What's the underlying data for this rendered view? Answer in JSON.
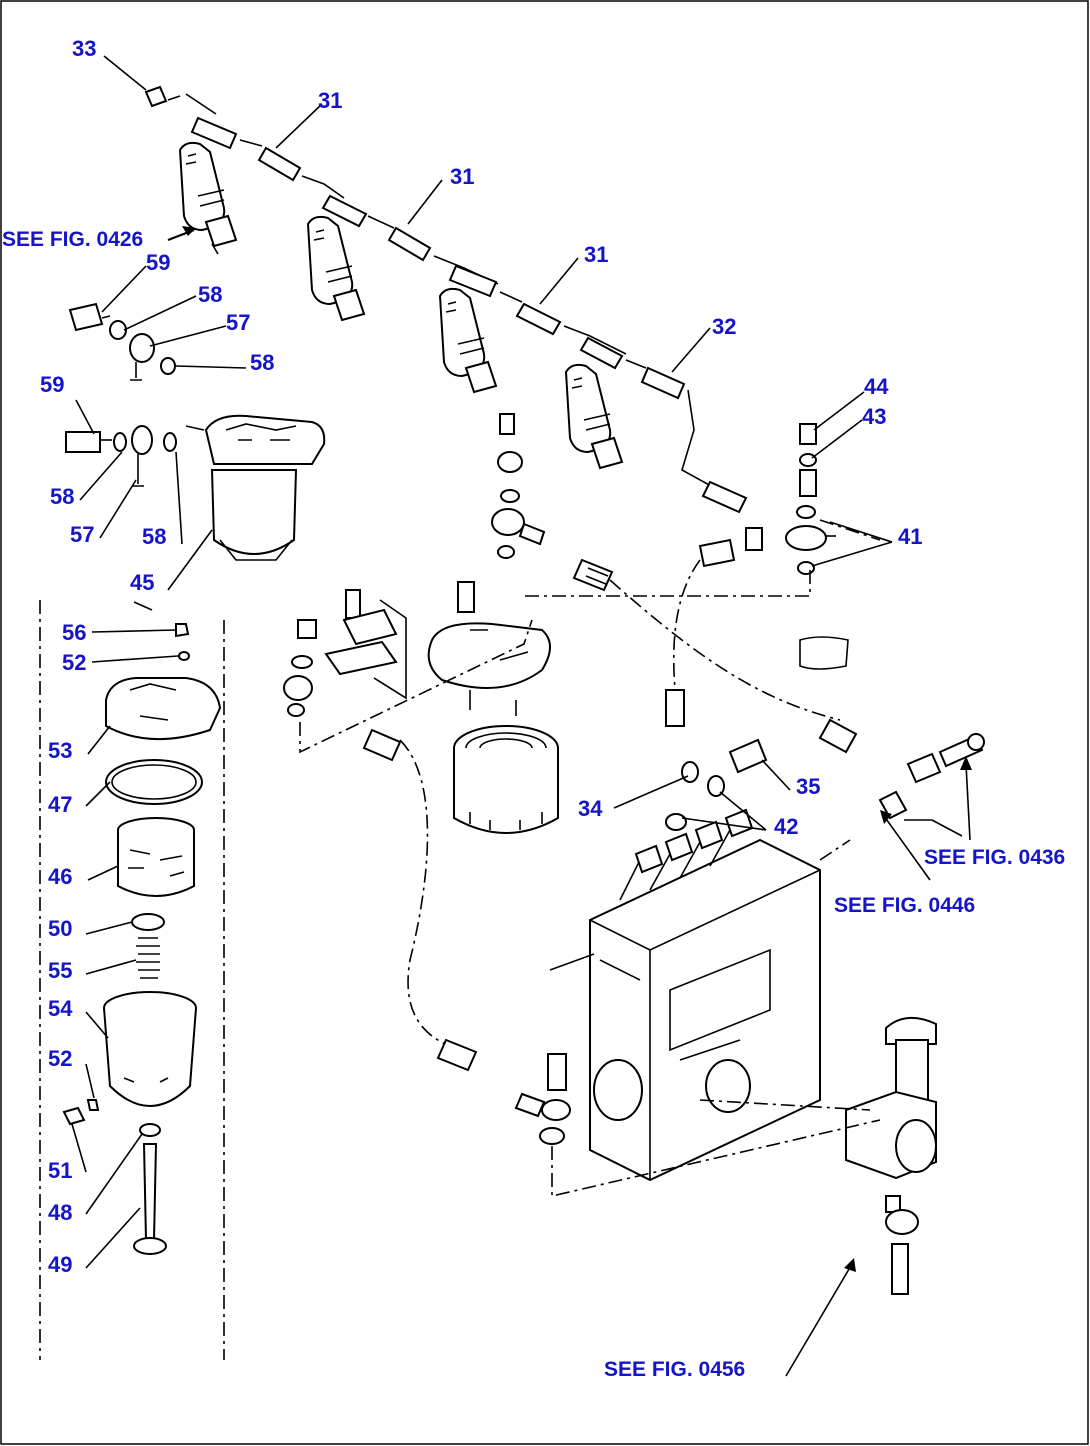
{
  "callouts": [
    {
      "id": "c-33a",
      "text": "33"
    },
    {
      "id": "c-31a",
      "text": "31"
    },
    {
      "id": "c-31b",
      "text": "31"
    },
    {
      "id": "c-31c",
      "text": "31"
    },
    {
      "id": "c-32",
      "text": "32"
    },
    {
      "id": "c-59a",
      "text": "59"
    },
    {
      "id": "c-58a",
      "text": "58"
    },
    {
      "id": "c-57a",
      "text": "57"
    },
    {
      "id": "c-58b",
      "text": "58"
    },
    {
      "id": "c-59b",
      "text": "59"
    },
    {
      "id": "c-58c",
      "text": "58"
    },
    {
      "id": "c-57b",
      "text": "57"
    },
    {
      "id": "c-58d",
      "text": "58"
    },
    {
      "id": "c-45",
      "text": "45"
    },
    {
      "id": "c-56",
      "text": "56"
    },
    {
      "id": "c-52a",
      "text": "52"
    },
    {
      "id": "c-53",
      "text": "53"
    },
    {
      "id": "c-47",
      "text": "47"
    },
    {
      "id": "c-46",
      "text": "46"
    },
    {
      "id": "c-50",
      "text": "50"
    },
    {
      "id": "c-55",
      "text": "55"
    },
    {
      "id": "c-54",
      "text": "54"
    },
    {
      "id": "c-52b",
      "text": "52"
    },
    {
      "id": "c-51",
      "text": "51"
    },
    {
      "id": "c-48",
      "text": "48"
    },
    {
      "id": "c-49",
      "text": "49"
    },
    {
      "id": "c-44",
      "text": "44"
    },
    {
      "id": "c-43",
      "text": "43"
    },
    {
      "id": "c-41",
      "text": "41"
    },
    {
      "id": "c-35",
      "text": "35"
    },
    {
      "id": "c-34",
      "text": "34"
    },
    {
      "id": "c-42",
      "text": "42"
    }
  ],
  "references": {
    "fig_0426": "SEE FIG. 0426",
    "fig_0436": "SEE FIG. 0436",
    "fig_0446": "SEE FIG. 0446",
    "fig_0456": "SEE FIG. 0456"
  },
  "colors": {
    "callout_text": "#1414c8",
    "line_art": "#000000",
    "background": "#ffffff"
  }
}
